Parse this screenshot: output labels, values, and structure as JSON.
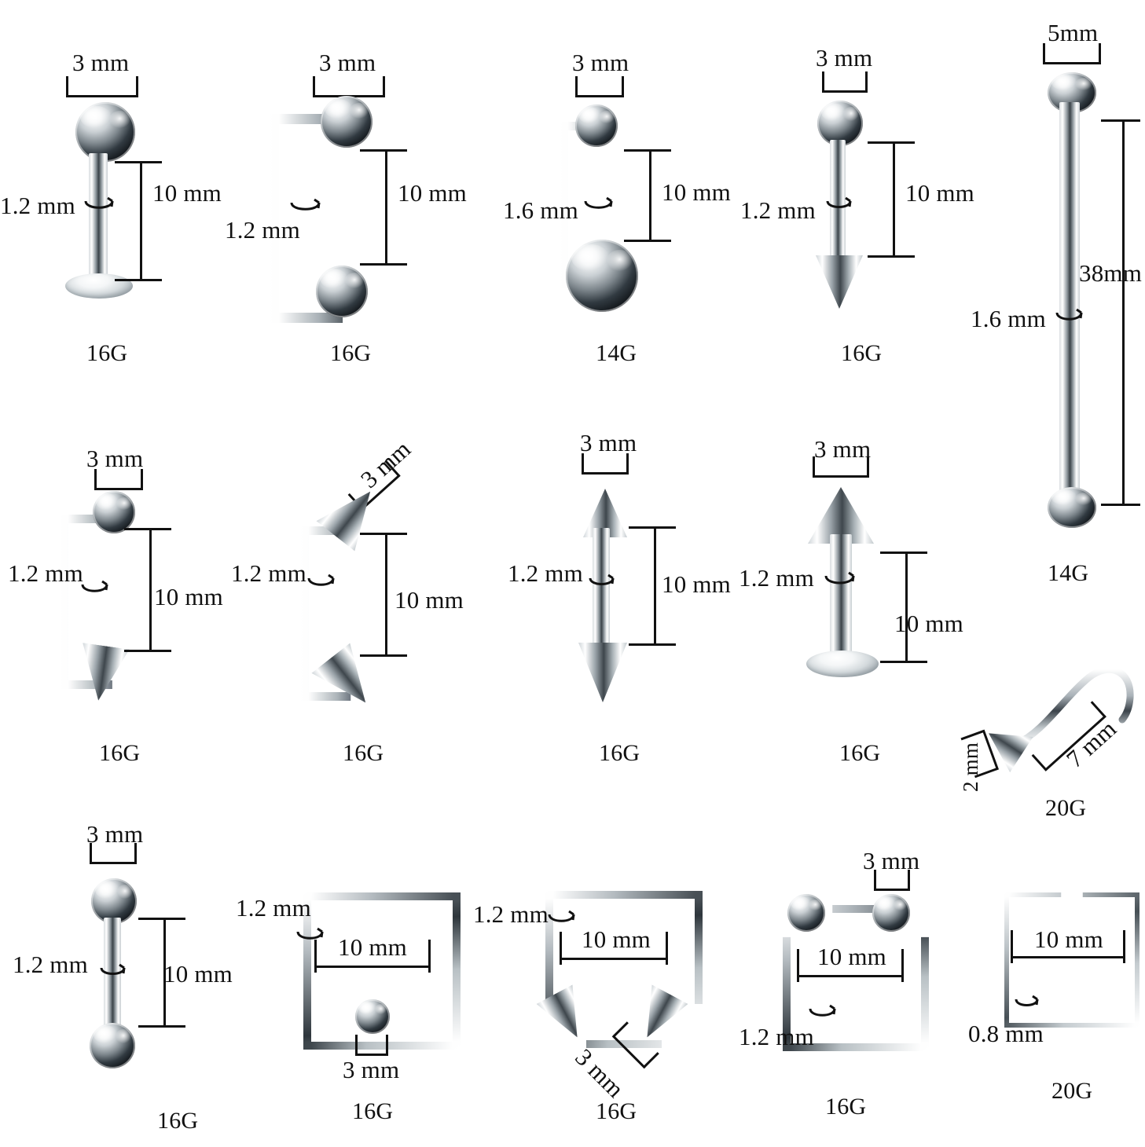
{
  "page": {
    "title": "Body Piercing Jewelry Size Chart",
    "unit_mm": "mm",
    "background": "#ffffff",
    "text_color": "#111111"
  },
  "items": [
    {
      "id": "labret-ball-flat-back",
      "name": "Labret stud with ball top and flat back disc",
      "row": 1,
      "col": 1,
      "ball_size": "3 mm",
      "thickness": "1.2 mm",
      "length": "10 mm",
      "gauge": "16G"
    },
    {
      "id": "curved-barbell-two-balls",
      "name": "Curved barbell with two balls",
      "row": 1,
      "col": 2,
      "ball_size": "3 mm",
      "thickness": "1.2 mm",
      "length": "10 mm",
      "gauge": "16G"
    },
    {
      "id": "navel-banana-barbell",
      "name": "Belly button navel banana barbell",
      "row": 1,
      "col": 3,
      "ball_size": "3 mm",
      "thickness": "1.6 mm",
      "length": "10 mm",
      "gauge": "14G"
    },
    {
      "id": "barbell-ball-spike",
      "name": "Straight barbell with ball top and spike bottom",
      "row": 1,
      "col": 4,
      "ball_size": "3 mm",
      "thickness": "1.2 mm",
      "length": "10 mm",
      "gauge": "16G"
    },
    {
      "id": "industrial-barbell",
      "name": "Industrial straight barbell",
      "row": 1,
      "col": 5,
      "ball_size": "5mm",
      "thickness": "1.6 mm",
      "length": "38mm",
      "gauge": "14G"
    },
    {
      "id": "curved-barbell-ball-spike",
      "name": "Curved barbell with ball top and spike bottom",
      "row": 2,
      "col": 1,
      "ball_size": "3 mm",
      "thickness": "1.2 mm",
      "length": "10 mm",
      "gauge": "16G"
    },
    {
      "id": "curved-barbell-two-spikes",
      "name": "Curved barbell with two spikes",
      "row": 2,
      "col": 2,
      "ball_size": "3 mm",
      "thickness": "1.2 mm",
      "length": "10 mm",
      "gauge": "16G"
    },
    {
      "id": "barbell-two-spikes",
      "name": "Straight barbell with two spikes",
      "row": 2,
      "col": 3,
      "ball_size": "3 mm",
      "thickness": "1.2 mm",
      "length": "10 mm",
      "gauge": "16G"
    },
    {
      "id": "labret-spike-flat-back",
      "name": "Labret stud with spike top and flat back disc",
      "row": 2,
      "col": 4,
      "ball_size": "3 mm",
      "thickness": "1.2 mm",
      "length": "10 mm",
      "gauge": "16G"
    },
    {
      "id": "nose-screw-cone",
      "name": "Nose screw with cone end",
      "row": 2,
      "col": 5,
      "cone_size": "2 mm",
      "length": "7 mm",
      "gauge": "20G"
    },
    {
      "id": "straight-barbell-two-balls",
      "name": "Straight barbell with two balls",
      "row": 3,
      "col": 1,
      "ball_size": "3 mm",
      "thickness": "1.2 mm",
      "length": "10 mm",
      "gauge": "16G"
    },
    {
      "id": "captive-bead-ring",
      "name": "Captive bead ring with ball",
      "row": 3,
      "col": 2,
      "ball_size": "3 mm",
      "thickness": "1.2 mm",
      "diameter": "10 mm",
      "gauge": "16G"
    },
    {
      "id": "horseshoe-spikes",
      "name": "Horseshoe circular barbell with spikes",
      "row": 3,
      "col": 3,
      "spike_size": "3 mm",
      "thickness": "1.2 mm",
      "diameter": "10 mm",
      "gauge": "16G"
    },
    {
      "id": "horseshoe-balls",
      "name": "Horseshoe circular barbell with balls",
      "row": 3,
      "col": 4,
      "ball_size": "3 mm",
      "thickness": "1.2 mm",
      "diameter": "10 mm",
      "gauge": "16G"
    },
    {
      "id": "seamless-nose-hoop",
      "name": "Open seamless nose hoop ring",
      "row": 3,
      "col": 5,
      "thickness": "0.8 mm",
      "diameter": "10 mm",
      "gauge": "20G"
    }
  ]
}
